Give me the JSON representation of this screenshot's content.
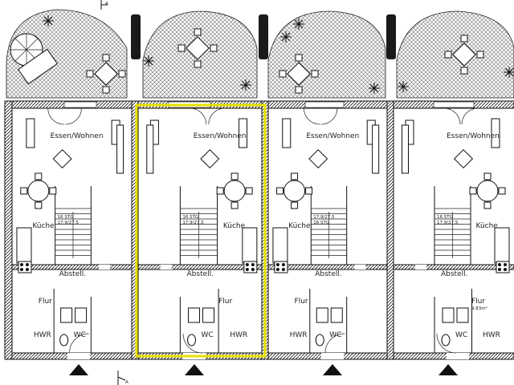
{
  "units": [
    {
      "id": "unit-1",
      "living_label": "Essen/Wohnen",
      "kitchen_label": "Küche",
      "storage_label": "Abstell.",
      "hall_label": "Flur",
      "wc_label": "WC",
      "utility_label": "HWR",
      "stair_lines": [
        "16 STG",
        "17,9/27,5"
      ],
      "area_label": ""
    },
    {
      "id": "unit-2",
      "living_label": "Essen/Wohnen",
      "kitchen_label": "Küche",
      "storage_label": "Abstell.",
      "hall_label": "Flur",
      "wc_label": "WC",
      "utility_label": "HWR",
      "stair_lines": [
        "16 STG",
        "17,9/27,5"
      ],
      "area_label": "",
      "selected": true
    },
    {
      "id": "unit-3",
      "living_label": "Essen/Wohnen",
      "kitchen_label": "Küche",
      "storage_label": "Abstell.",
      "hall_label": "Flur",
      "wc_label": "WC",
      "utility_label": "HWR",
      "stair_lines": [
        "17,9/27,5",
        "16 STG"
      ],
      "area_label": ""
    },
    {
      "id": "unit-4",
      "living_label": "Essen/Wohnen",
      "kitchen_label": "Küche",
      "storage_label": "Abstell.",
      "hall_label": "Flur",
      "wc_label": "WC",
      "utility_label": "HWR",
      "stair_lines": [
        "16 STG",
        "17,9/27,5"
      ],
      "area_label": "9,83m²"
    }
  ],
  "section_marker": "A",
  "colors": {
    "selection": "#e8e000",
    "walls": "#1a1a1a",
    "paving": "#8a8a8a",
    "background": "#ffffff"
  }
}
